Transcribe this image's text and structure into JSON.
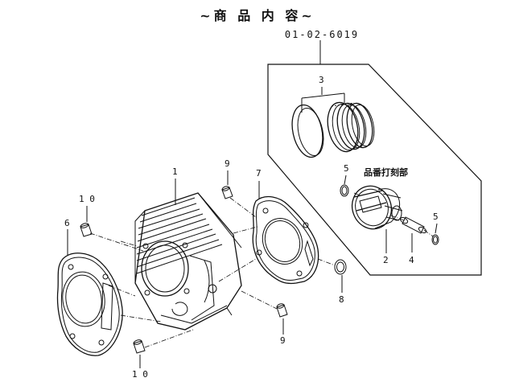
{
  "title": "~商 品 内 容~",
  "kit_part_number": "01-02-6019",
  "engraving_note": "品番打刻部",
  "callouts": {
    "c1": "1",
    "c2": "2",
    "c3": "3",
    "c4": "4",
    "c5a": "5",
    "c5b": "5",
    "c6": "6",
    "c7": "7",
    "c8": "8",
    "c9a": "9",
    "c9b": "9",
    "c10a": "1 0",
    "c10b": "1 0"
  }
}
